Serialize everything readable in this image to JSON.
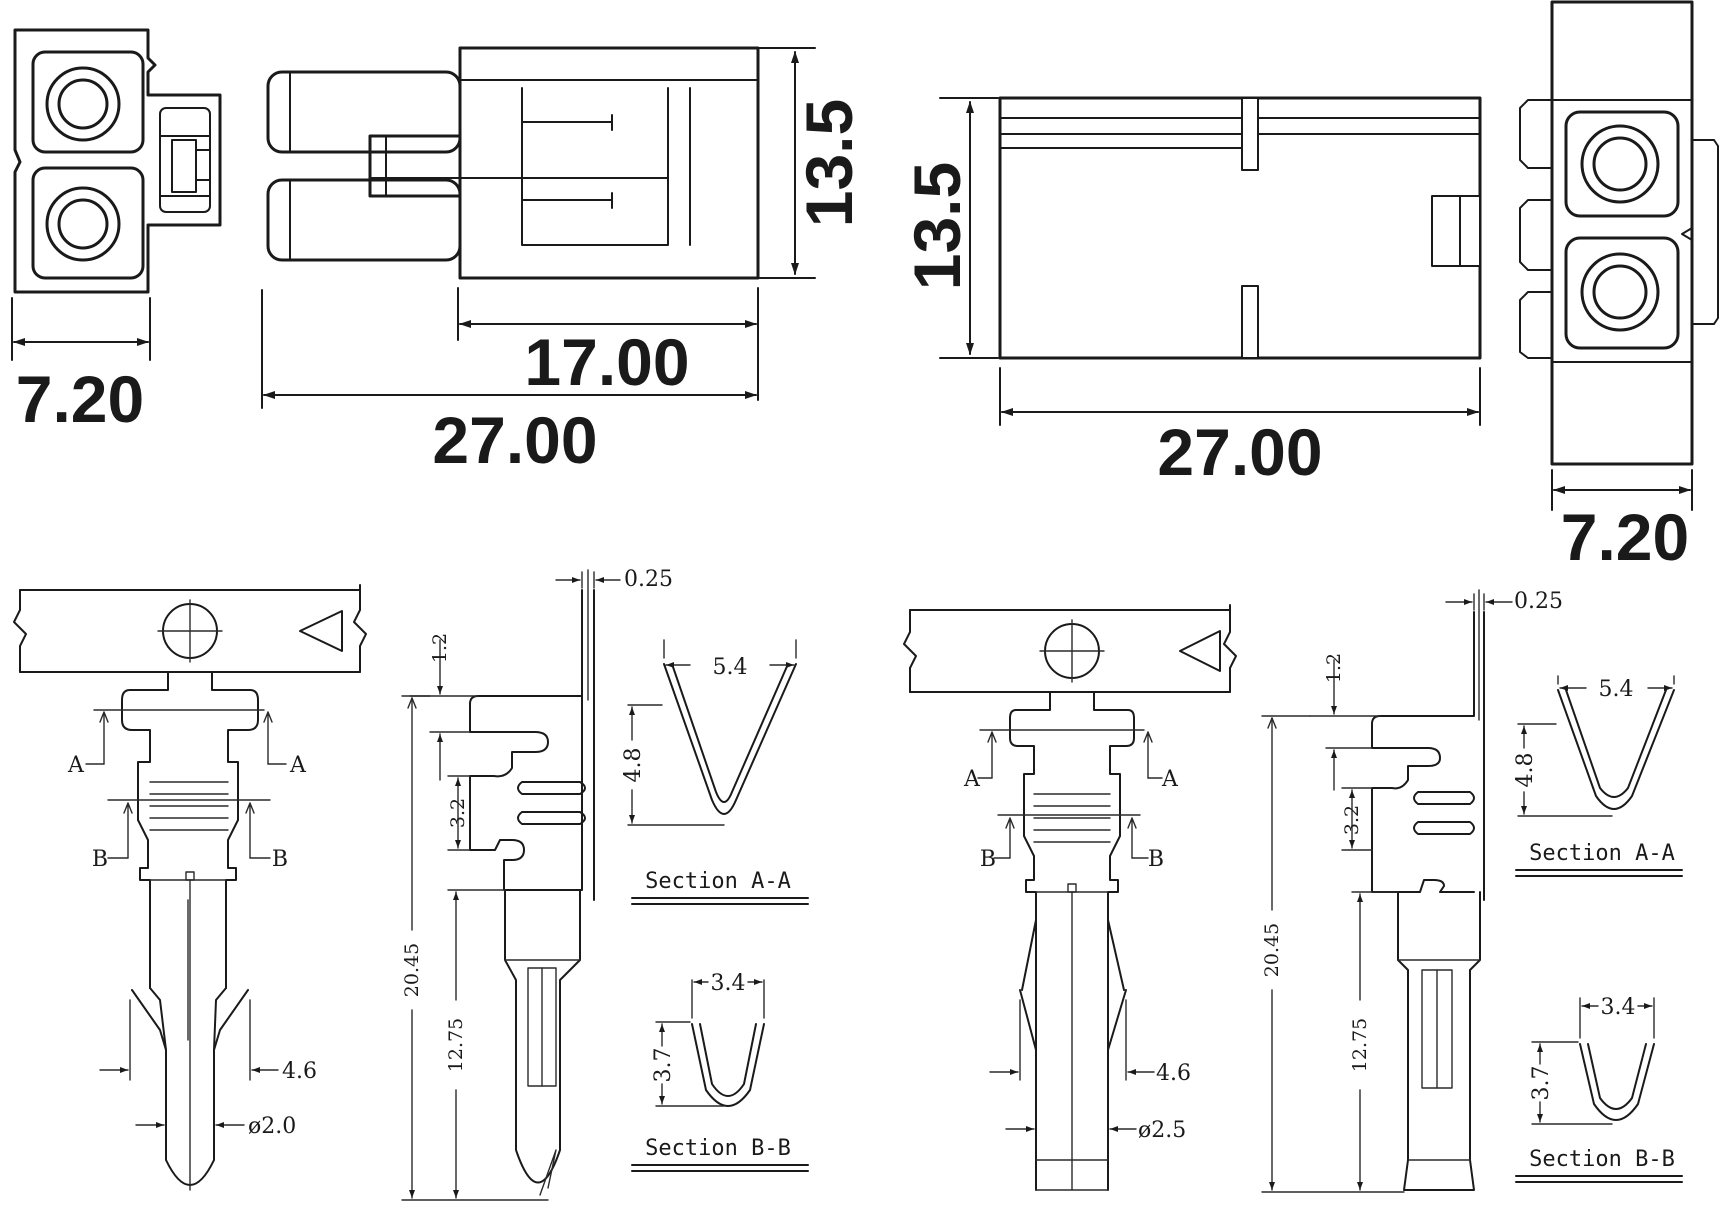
{
  "top_left": {
    "width_label": "7.20",
    "height_label": "13.5",
    "inner_length_label": "17.00",
    "length_label": "27.00"
  },
  "top_right": {
    "height_label": "13.5",
    "length_label": "27.00",
    "width_label": "7.20"
  },
  "terminal_male": {
    "section_a_label": "A",
    "section_b_label": "B",
    "width_label": "4.6",
    "pin_diameter_label": "ø2.0",
    "thickness_label": "0.25",
    "tab_label": "1.2",
    "crimp_label": "3.2",
    "total_length_label": "20.45",
    "pin_length_label": "12.75"
  },
  "terminal_female": {
    "section_a_label": "A",
    "section_b_label": "B",
    "width_label": "4.6",
    "pin_diameter_label": "ø2.5",
    "thickness_label": "0.25",
    "tab_label": "1.2",
    "crimp_label": "3.2",
    "total_length_label": "20.45",
    "pin_length_label": "12.75"
  },
  "sections_left": {
    "aa_width": "5.4",
    "aa_height": "4.8",
    "aa_title": "Section  A-A",
    "bb_width": "3.4",
    "bb_height": "3.7",
    "bb_title": "Section  B-B"
  },
  "sections_right": {
    "aa_width": "5.4",
    "aa_height": "4.8",
    "aa_title": "Section  A-A",
    "bb_width": "3.4",
    "bb_height": "3.7",
    "bb_title": "Section  B-B"
  }
}
